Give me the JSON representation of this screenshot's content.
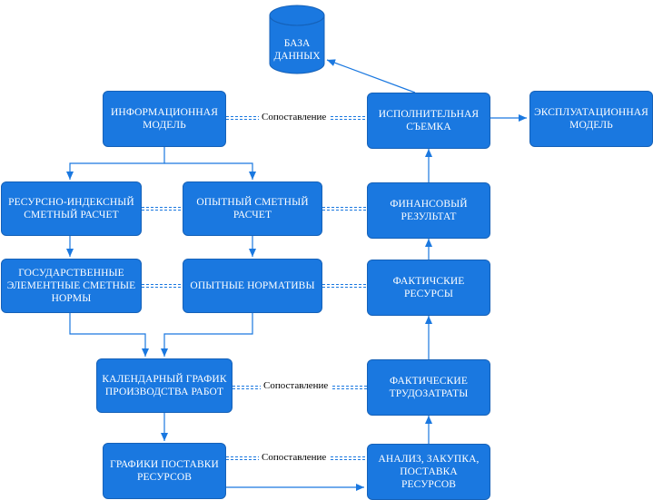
{
  "colors": {
    "node_fill": "#1a78e0",
    "node_border": "#1561b8",
    "edge": "#1a78e0",
    "text_on_node": "#ffffff"
  },
  "database": {
    "line1": "БАЗА",
    "line2": "ДАННЫХ"
  },
  "nodes": {
    "info_model": "ИНФОРМАЦИОННАЯ МОДЕЛЬ",
    "exec_survey": "ИСПОЛНИТЕЛЬНАЯ СЪЕМКА",
    "exploit_model": "ЭКСПЛУАТАЦИОННАЯ МОДЕЛЬ",
    "resource_index": "РЕСУРСНО-ИНДЕКСНЫЙ СМЕТНЫЙ РАСЧЕТ",
    "experimental_calc": "ОПЫТНЫЙ СМЕТНЫЙ РАСЧЕТ",
    "financial_result": "ФИНАНСОВЫЙ РЕЗУЛЬТАТ",
    "state_norms": "ГОСУДАРСТВЕННЫЕ ЭЛЕМЕНТНЫЕ СМЕТНЫЕ НОРМЫ",
    "experimental_norms": "ОПЫТНЫЕ НОРМАТИВЫ",
    "actual_resources": "ФАКТИЧСКИЕ РЕСУРСЫ",
    "calendar_schedule": "КАЛЕНДАРНЫЙ ГРАФИК ПРОИЗВОДСТВА РАБОТ",
    "actual_labor": "ФАКТИЧЕСКИЕ ТРУДОЗАТРАТЫ",
    "supply_schedules": "ГРАФИКИ ПОСТАВКИ РЕСУРСОВ",
    "analysis_purchase": "АНАЛИЗ, ЗАКУПКА, ПОСТАВКА РЕСУРСОВ"
  },
  "comparisons": {
    "top": "Сопоставление",
    "middle": "Сопоставление",
    "bottom": "Сопоставление"
  }
}
